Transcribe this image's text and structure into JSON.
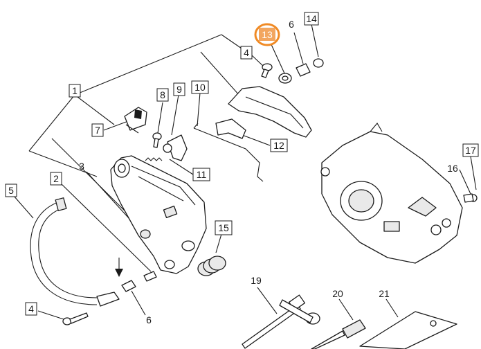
{
  "callouts": {
    "c1": "1",
    "c2": "2",
    "c3": "3",
    "c4a": "4",
    "c4b": "4",
    "c5": "5",
    "c6a": "6",
    "c6b": "6",
    "c7": "7",
    "c8": "8",
    "c9": "9",
    "c10": "10",
    "c11": "11",
    "c12": "12",
    "c13": "13",
    "c14": "14",
    "c15": "15",
    "c16": "16",
    "c17": "17",
    "c19": "19",
    "c20": "20",
    "c21": "21"
  },
  "colors": {
    "highlight": "#f08a24",
    "line": "#1a1a1a"
  },
  "highlight_callout": "13"
}
